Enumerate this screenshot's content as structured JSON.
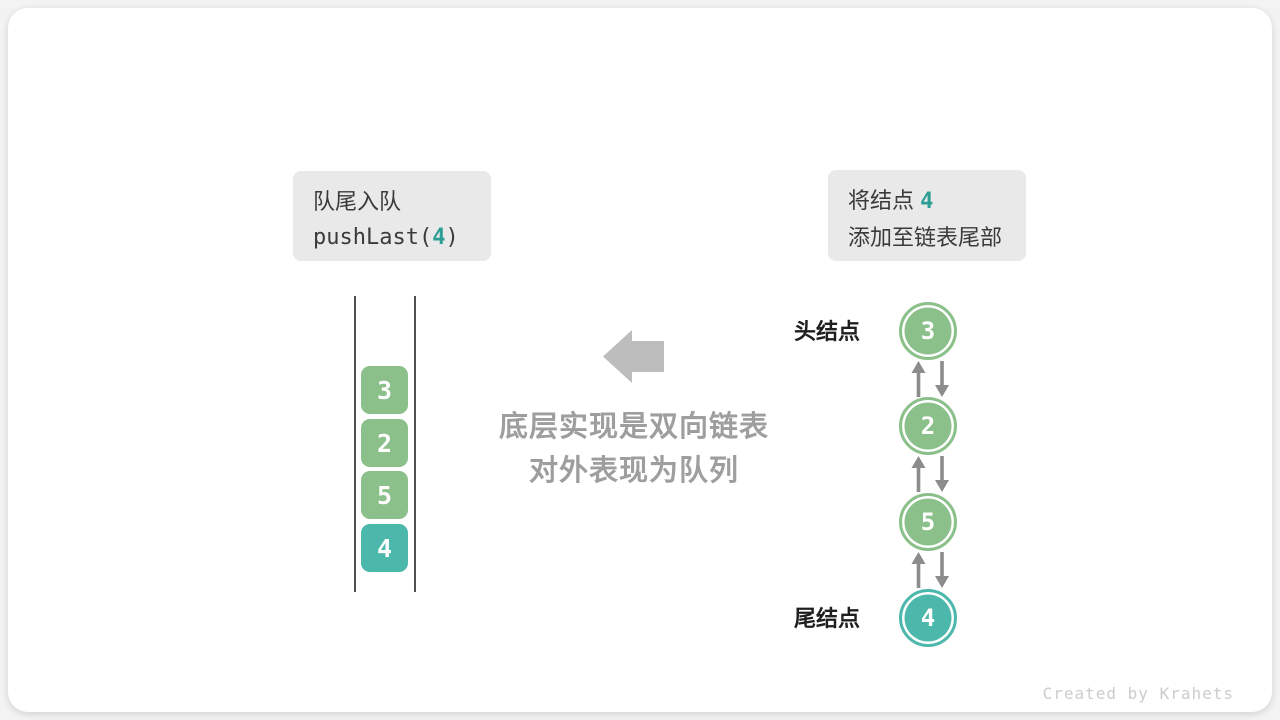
{
  "palette": {
    "green": "#8CC08A",
    "teal": "#4CB8AC",
    "teal_text": "#2E9E94",
    "box_bg": "#E9E9E9",
    "dark_text": "#3A3A3A",
    "note_gray": "#9E9E9E",
    "big_arrow_gray": "#BDBDBD",
    "link_arrow_gray": "#8C8C8C",
    "wall_gray": "#4F4F4F",
    "watermark_gray": "#CCCCCC"
  },
  "caption_left": {
    "line1": "队尾入队",
    "call_prefix": "pushLast(",
    "call_arg": "4",
    "call_suffix": ")"
  },
  "caption_right": {
    "line1_prefix": "将结点 ",
    "line1_arg": "4",
    "line2": "添加至链表尾部"
  },
  "queue": {
    "items": [
      {
        "value": "3",
        "color": "green"
      },
      {
        "value": "2",
        "color": "green"
      },
      {
        "value": "5",
        "color": "green"
      },
      {
        "value": "4",
        "color": "teal"
      }
    ]
  },
  "center_note": {
    "line1": "底层实现是双向链表",
    "line2": "对外表现为队列"
  },
  "linked_list": {
    "head_label": "头结点",
    "tail_label": "尾结点",
    "nodes": [
      {
        "value": "3",
        "color": "green"
      },
      {
        "value": "2",
        "color": "green"
      },
      {
        "value": "5",
        "color": "green"
      },
      {
        "value": "4",
        "color": "teal"
      }
    ]
  },
  "watermark": "Created by Krahets"
}
